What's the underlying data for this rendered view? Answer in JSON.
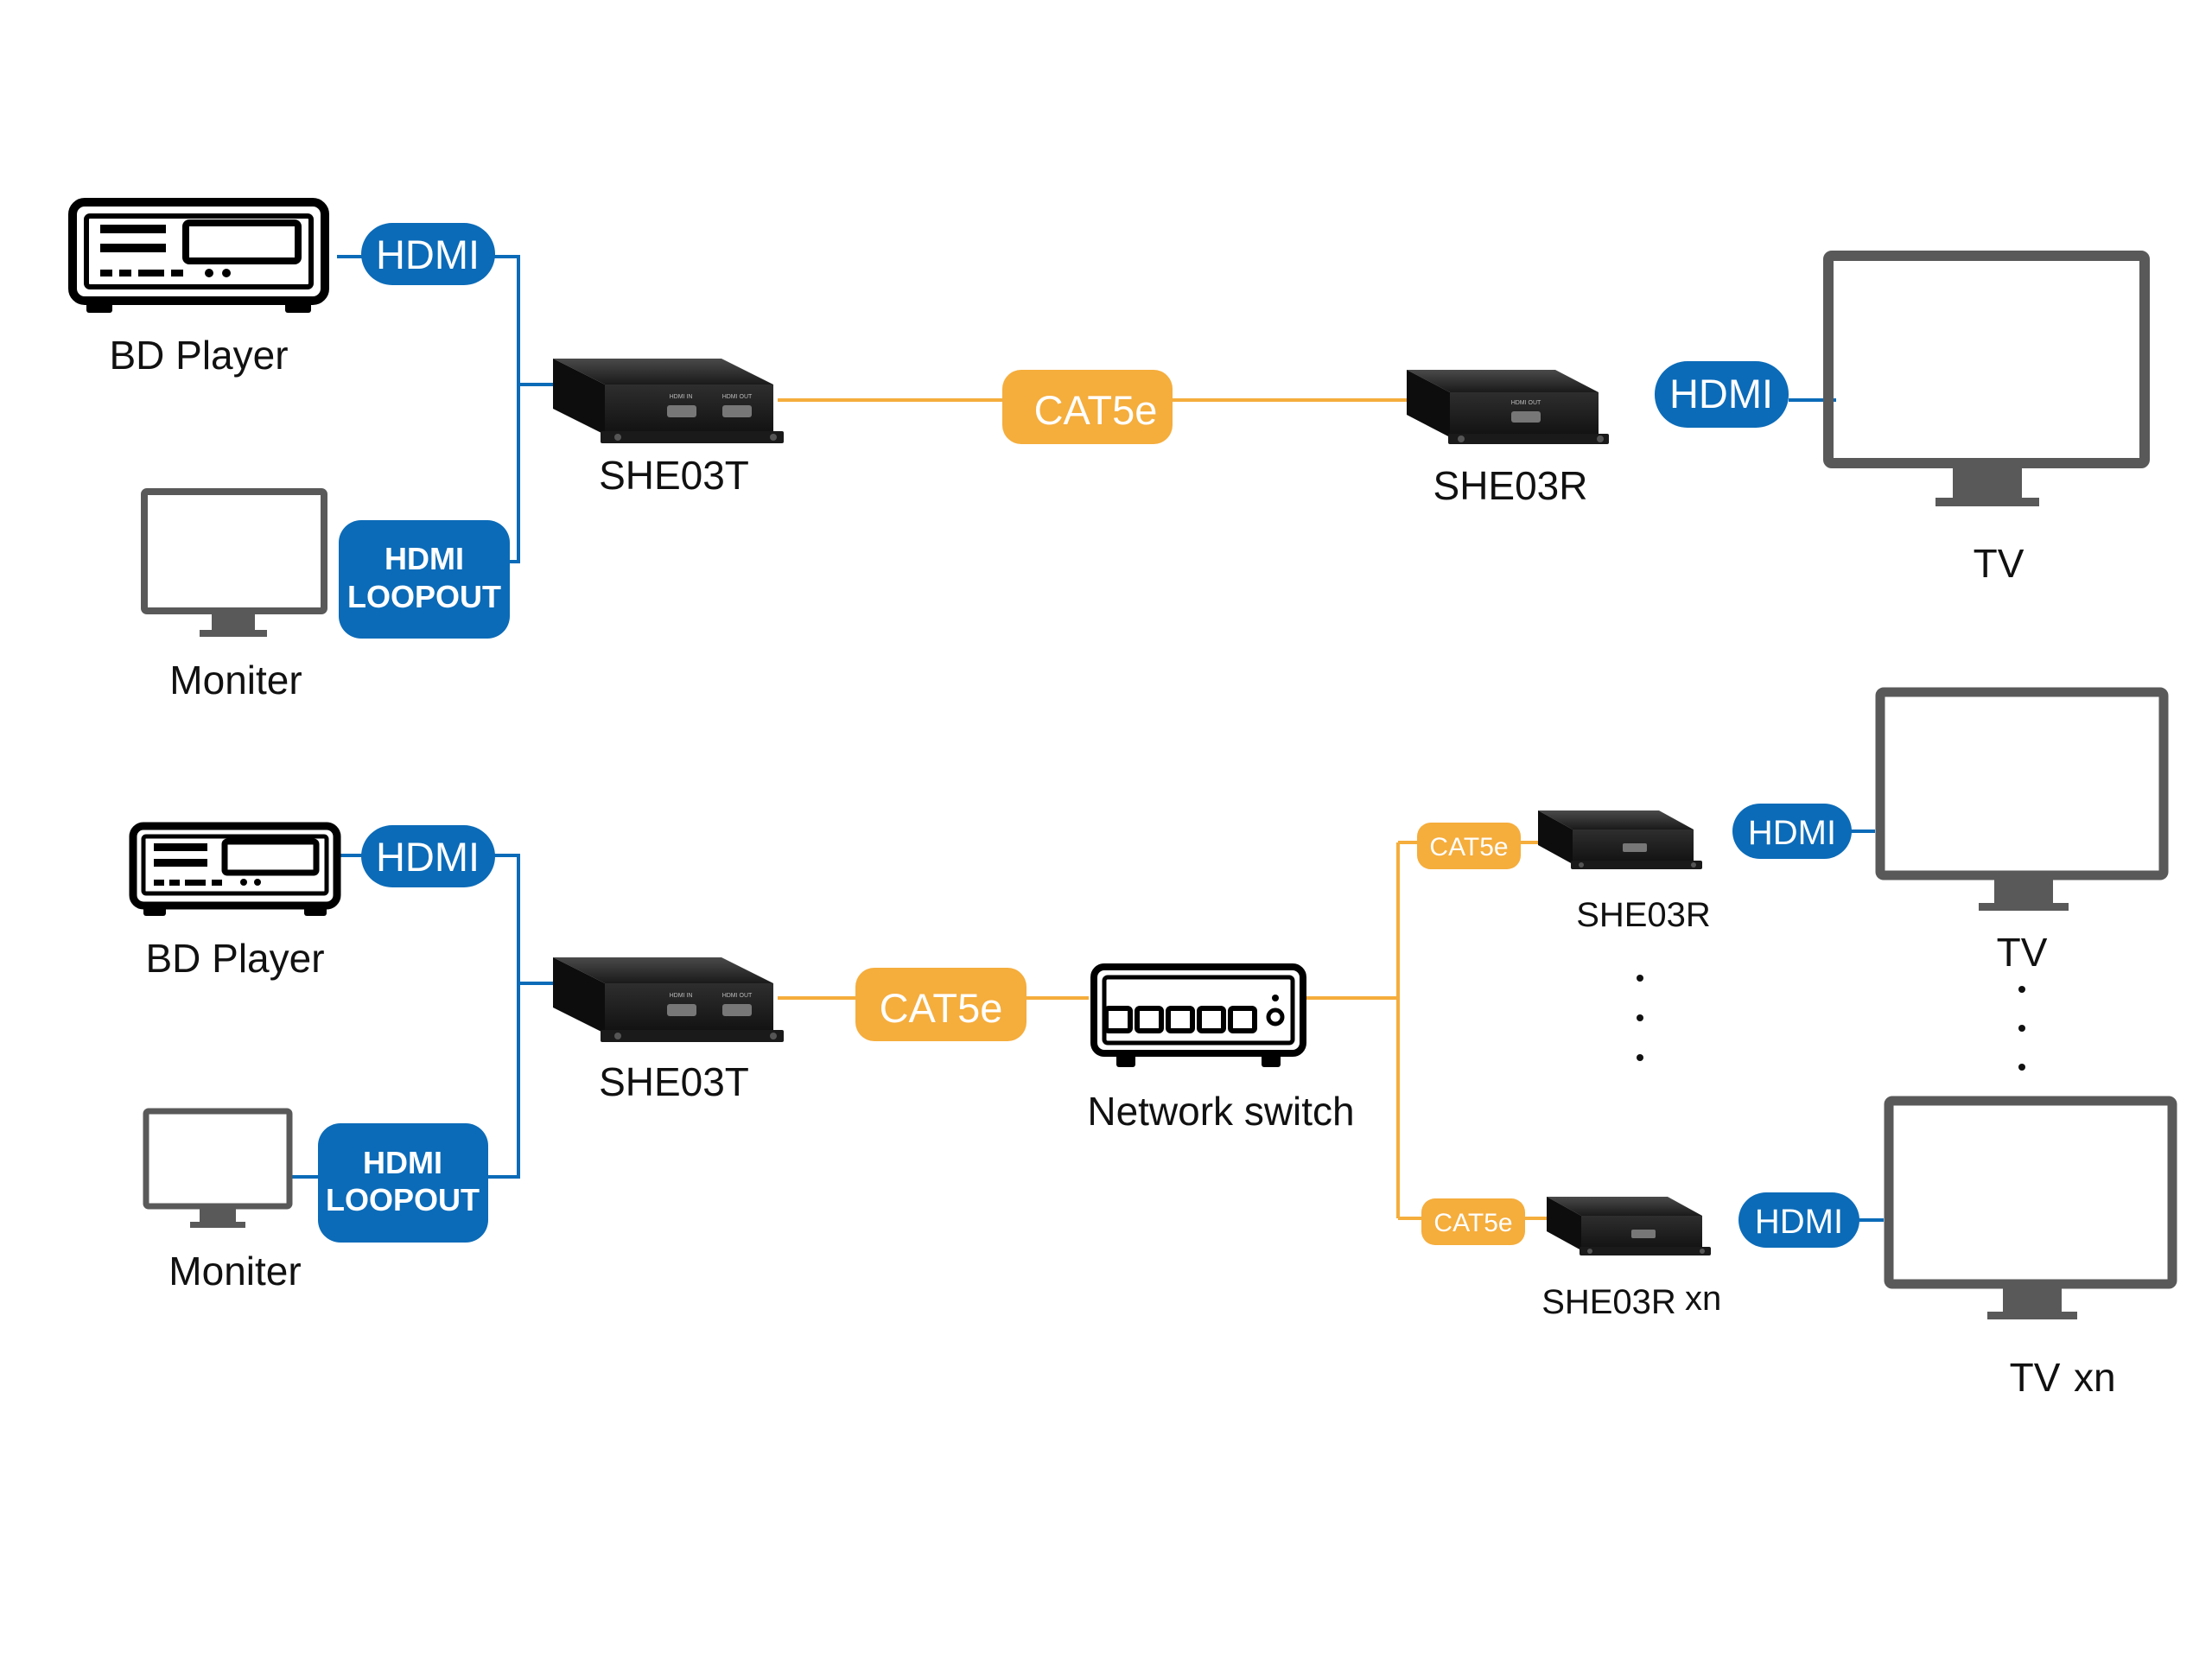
{
  "colors": {
    "hdmi_blue": "#0b6bb8",
    "cat_orange": "#f5ad3c",
    "device_dark": "#222222",
    "tv_grey": "#595959"
  },
  "top": {
    "source_label": "BD Player",
    "monitor_label": "Moniter",
    "hdmi_pill": "HDMI",
    "loopout_line1": "HDMI",
    "loopout_line2": "LOOPOUT",
    "transmitter_label": "SHE03T",
    "cat_pill": "CAT5e",
    "receiver_label": "SHE03R",
    "tv_hdmi_pill": "HDMI",
    "tv_label": "TV"
  },
  "bottom": {
    "source_label": "BD Player",
    "monitor_label": "Moniter",
    "hdmi_pill": "HDMI",
    "loopout_line1": "HDMI",
    "loopout_line2": "LOOPOUT",
    "transmitter_label": "SHE03T",
    "cat_pill": "CAT5e",
    "switch_label": "Network switch",
    "branch1_cat_pill": "CAT5e",
    "branch1_receiver_label": "SHE03R",
    "branch1_hdmi_pill": "HDMI",
    "branch1_tv_label": "TV",
    "branch2_cat_pill": "CAT5e",
    "branch2_receiver_label": "SHE03R",
    "branch2_receiver_suffix": "xn",
    "branch2_hdmi_pill": "HDMI",
    "branch2_tv_label": "TV",
    "branch2_tv_suffix": "xn",
    "ellipsis_receivers": ". . .",
    "ellipsis_tvs": ". . ."
  },
  "device_port_labels": {
    "in": "HDMI IN",
    "out": "HDMI OUT"
  }
}
